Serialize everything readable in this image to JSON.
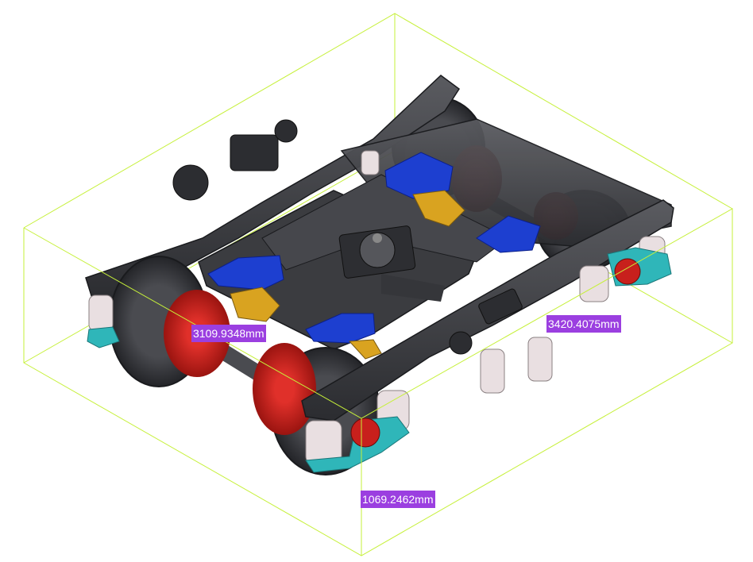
{
  "viewer": {
    "background": "#ffffff",
    "bbox_color": "#c6f03a",
    "dimension_label_color": "#9b3fe0"
  },
  "dimensions": [
    {
      "id": "width",
      "value": "3109.9348mm"
    },
    {
      "id": "length",
      "value": "3420.4075mm"
    },
    {
      "id": "height",
      "value": "1069.2462mm"
    }
  ],
  "parts": {
    "frame_color": "#3a3b3f",
    "wheel_color": "#3d3e42",
    "brake_disc_color": "#c8201c",
    "axlebox_color": "#2fb6b9",
    "brake_unit_color": "#1d3fd0",
    "spring_color": "#e9dfe1",
    "valve_color": "#d9a320"
  }
}
